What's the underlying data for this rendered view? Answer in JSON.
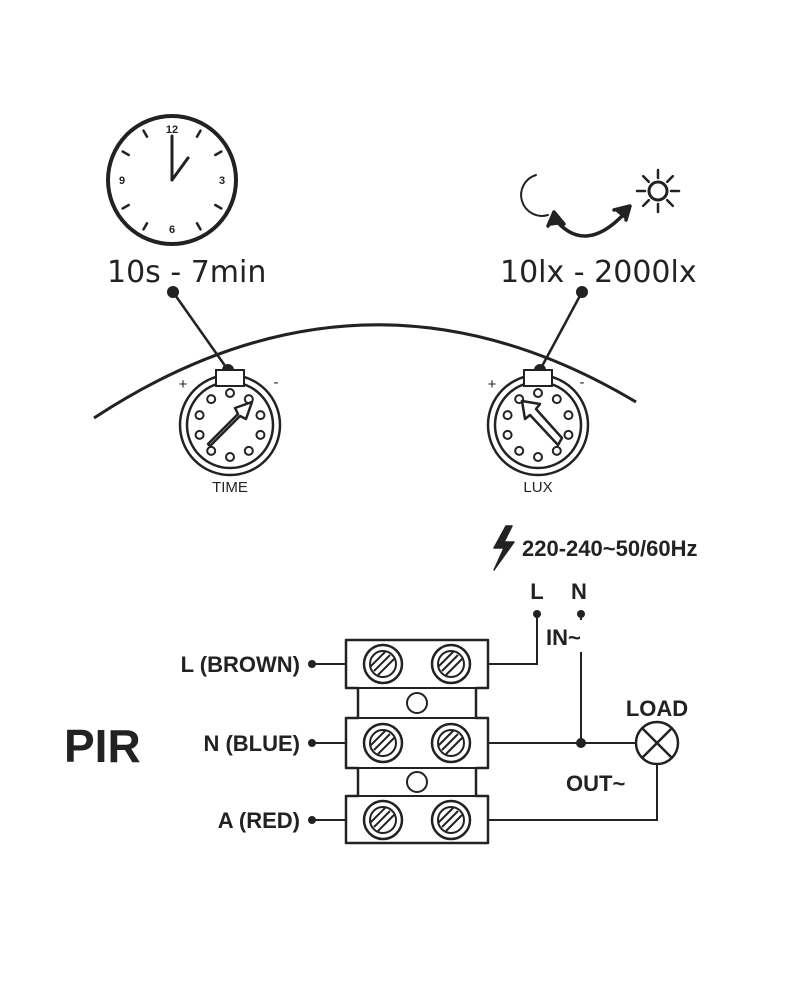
{
  "timer": {
    "clock_numerals": [
      "12",
      "3",
      "6",
      "9"
    ],
    "range_text": "10s - 7min",
    "knob_label": "TIME",
    "plus_sign": "+",
    "minus_sign": "-"
  },
  "lux": {
    "range_text": "10lx - 2000lx",
    "knob_label": "LUX",
    "plus_sign": "+",
    "minus_sign": "-",
    "icons": [
      "moon-icon",
      "sun-icon",
      "double-arrow-icon"
    ]
  },
  "power": {
    "icon": "lightning-icon",
    "supply_text": "220-240~50/60Hz",
    "l_label": "L",
    "n_label": "N",
    "in_label": "IN~"
  },
  "terminal": {
    "device_label": "PIR",
    "wires": [
      "L (BROWN)",
      "N (BLUE)",
      "A (RED)"
    ]
  },
  "load": {
    "label": "LOAD",
    "out_label": "OUT~",
    "icon": "lamp-icon"
  },
  "colors": {
    "line": "#222222",
    "background": "#ffffff"
  }
}
